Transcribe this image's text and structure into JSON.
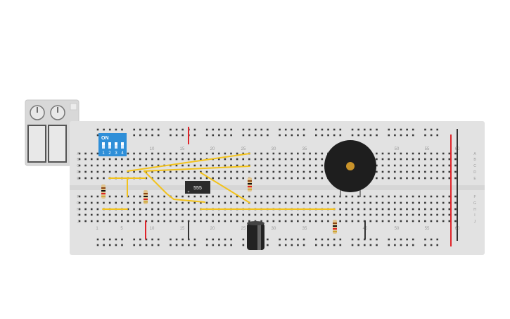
{
  "circuit": {
    "ic_label": "555",
    "dip_switch": {
      "on_label": "ON",
      "switch_numbers": [
        "1",
        "2",
        "3",
        "4"
      ],
      "color": "#2f8fd8"
    },
    "column_numbers_top": [
      "10",
      "15",
      "20",
      "25",
      "30",
      "35",
      "50",
      "55",
      "60"
    ],
    "column_numbers_bottom": [
      "1",
      "5",
      "10",
      "15",
      "20",
      "25",
      "30",
      "35",
      "45",
      "50",
      "55",
      "60"
    ],
    "row_letters_left": [
      "A",
      "B",
      "C",
      "D",
      "E",
      "F",
      "G",
      "H",
      "I",
      "J"
    ],
    "row_letters_right": [
      "A",
      "B",
      "C",
      "D",
      "E",
      "F",
      "G",
      "H",
      "I",
      "J"
    ],
    "colors": {
      "board": "#e2e2e2",
      "hole": "#3a3a3a",
      "rail_red": "#e0242a",
      "wire_yellow": "#f2c21b",
      "ic_body": "#2b2b2b",
      "buzzer": "#1e1e1e",
      "buzzer_center": "#c9932a",
      "psu_body": "#d8d8d8",
      "psu_screen": "#e8e8e8"
    }
  }
}
